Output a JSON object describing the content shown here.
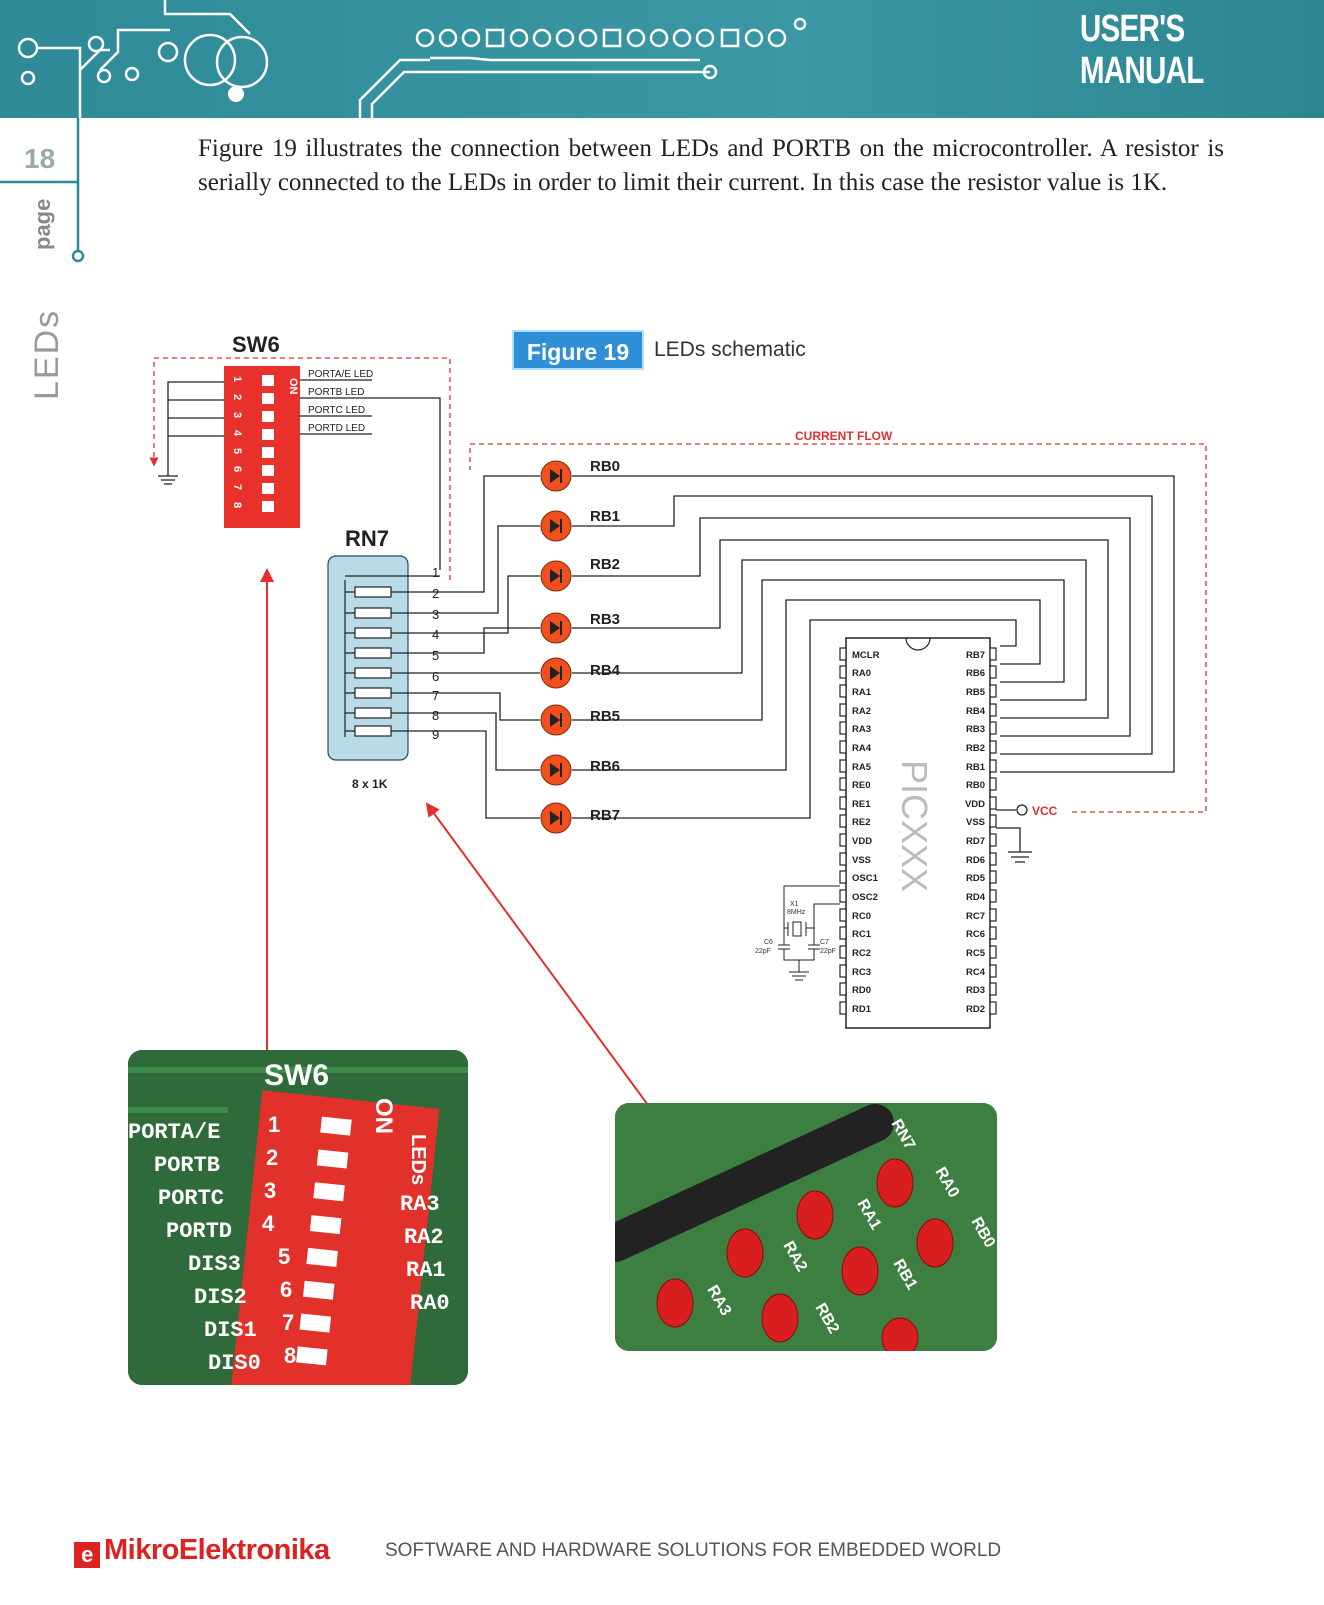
{
  "header": {
    "title_line1": "USER'S",
    "title_line2": "MANUAL"
  },
  "sidebar": {
    "page_number": "18",
    "page_label": "page",
    "section": "LEDs"
  },
  "intro_text": "Figure 19 illustrates the connection between LEDs and PORTB on the microcontroller. A resistor is serially connected to the LEDs in order to limit their current. In this case the resistor value is 1K.",
  "figure": {
    "badge": "Figure 19",
    "caption": "LEDs schematic"
  },
  "schematic": {
    "switch_name": "SW6",
    "switch_on": "ON",
    "switch_numbers": [
      "1",
      "2",
      "3",
      "4",
      "5",
      "6",
      "7",
      "8"
    ],
    "switch_labels": [
      "PORTA/E LED",
      "PORTB LED",
      "PORTC LED",
      "PORTD LED"
    ],
    "resistor_name": "RN7",
    "resistor_value": "8 x 1K",
    "resistor_pins": [
      "1",
      "2",
      "3",
      "4",
      "5",
      "6",
      "7",
      "8",
      "9"
    ],
    "led_labels": [
      "RB0",
      "RB1",
      "RB2",
      "RB3",
      "RB4",
      "RB5",
      "RB6",
      "RB7"
    ],
    "current_flow": "CURRENT FLOW",
    "mcu_name": "PICXXX",
    "mcu_left_pins": [
      "MCLR",
      "RA0",
      "RA1",
      "RA2",
      "RA3",
      "RA4",
      "RA5",
      "RE0",
      "RE1",
      "RE2",
      "VDD",
      "VSS",
      "OSC1",
      "OSC2",
      "RC0",
      "RC1",
      "RC2",
      "RC3",
      "RD0",
      "RD1"
    ],
    "mcu_right_pins": [
      "RB7",
      "RB6",
      "RB5",
      "RB4",
      "RB3",
      "RB2",
      "RB1",
      "RB0",
      "VDD",
      "VSS",
      "RD7",
      "RD6",
      "RD5",
      "RD4",
      "RC7",
      "RC6",
      "RC5",
      "RC4",
      "RD3",
      "RD2"
    ],
    "vcc_label": "VCC",
    "crystal_label": "X1",
    "crystal_value": "8MHz",
    "cap1_label": "C6",
    "cap1_value": "22pF",
    "cap2_label": "C7",
    "cap2_value": "22pF"
  },
  "photo_switch": {
    "title": "SW6",
    "on": "ON",
    "labels": [
      "PORTA/E",
      "PORTB",
      "PORTC",
      "PORTD",
      "DIS3",
      "DIS2",
      "DIS1",
      "DIS0"
    ],
    "numbers": [
      "1",
      "2",
      "3",
      "4",
      "5",
      "6",
      "7",
      "8"
    ],
    "right_labels": [
      "RA3",
      "RA2",
      "RA1",
      "RA0"
    ],
    "side_label": "LEDs"
  },
  "photo_leds": {
    "labels": [
      "RA0",
      "RA1",
      "RA2",
      "RA3",
      "RB0",
      "RB1",
      "RB2",
      "RN7"
    ]
  },
  "footer": {
    "logo": "MikroElektronika",
    "tagline": "SOFTWARE AND HARDWARE SOLUTIONS FOR EMBEDDED WORLD"
  },
  "colors": {
    "header": "#3a97a3",
    "switch": "#e8312b",
    "led": "#f0501e",
    "arrow": "#e23030",
    "badge": "#2f8fd6"
  }
}
